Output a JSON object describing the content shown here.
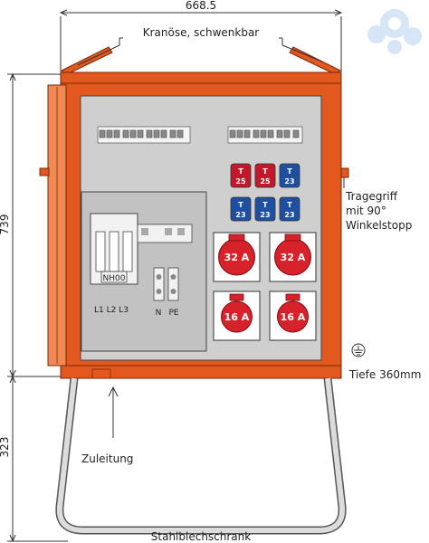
{
  "dimensions": {
    "width": "668.5",
    "height_cabinet": "739",
    "height_stand": "323"
  },
  "labels": {
    "kranoese": "Kranöse, schwenkbar",
    "tragegriff_1": "Tragegriff",
    "tragegriff_2": "mit 90°",
    "tragegriff_3": "Winkelstopp",
    "tiefe": "Tiefe 360mm",
    "zuleitung": "Zuleitung",
    "caption": "Stahlblechschrank"
  },
  "fuse_panel": {
    "fuse_label": "NH00",
    "phases": "L1 L2 L3",
    "neutral": "N",
    "pe": "PE"
  },
  "small_sockets": [
    {
      "top": "T",
      "value": "25",
      "color": "#c4172c"
    },
    {
      "top": "T",
      "value": "25",
      "color": "#c4172c"
    },
    {
      "top": "T",
      "value": "23",
      "color": "#1e4fa0"
    },
    {
      "top": "T",
      "value": "23",
      "color": "#1e4fa0"
    },
    {
      "top": "T",
      "value": "23",
      "color": "#1e4fa0"
    },
    {
      "top": "T",
      "value": "23",
      "color": "#1e4fa0"
    }
  ],
  "cee_sockets": [
    {
      "label": "32 A"
    },
    {
      "label": "32 A"
    },
    {
      "label": "16 A"
    },
    {
      "label": "16 A"
    }
  ],
  "colors": {
    "cabinet_orange": "#e2581f",
    "panel_grey": "#c9c9c9",
    "cee_red": "#d7222c",
    "stand_grey": "#dcdcdc",
    "logo_blue": "#cfe1f3"
  },
  "icons": {
    "ground_symbol": "ground-icon",
    "logo": "water-tap-logo-icon"
  }
}
